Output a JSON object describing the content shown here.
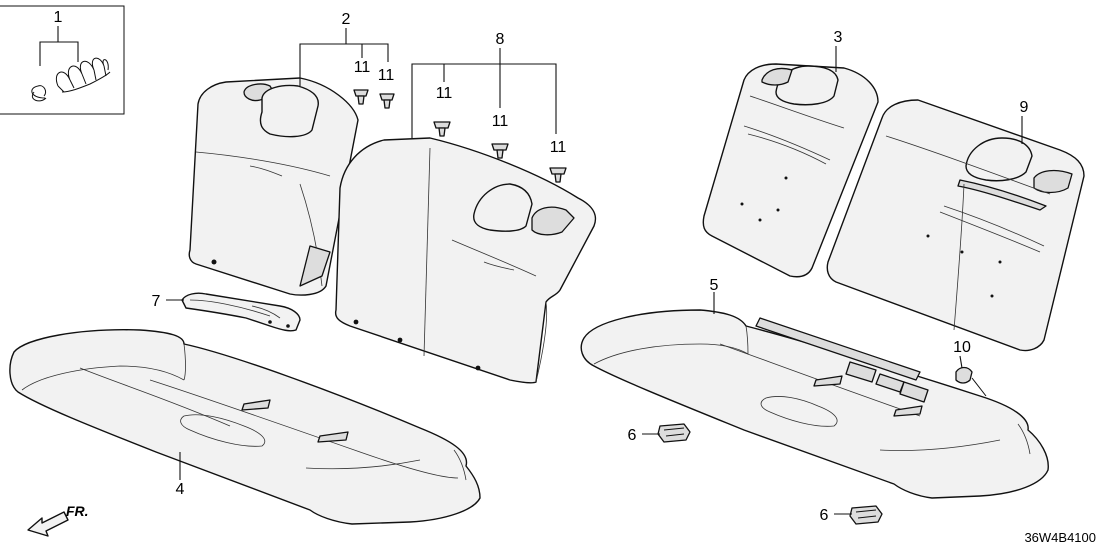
{
  "callouts": {
    "c1": "1",
    "c2": "2",
    "c3": "3",
    "c4": "4",
    "c5": "5",
    "c6a": "6",
    "c6b": "6",
    "c7": "7",
    "c8": "8",
    "c9": "9",
    "c10": "10",
    "c11a": "11",
    "c11b": "11",
    "c11c": "11",
    "c11d": "11",
    "c11e": "11"
  },
  "direction_label": "FR.",
  "diagram_code": "36W4B4100"
}
